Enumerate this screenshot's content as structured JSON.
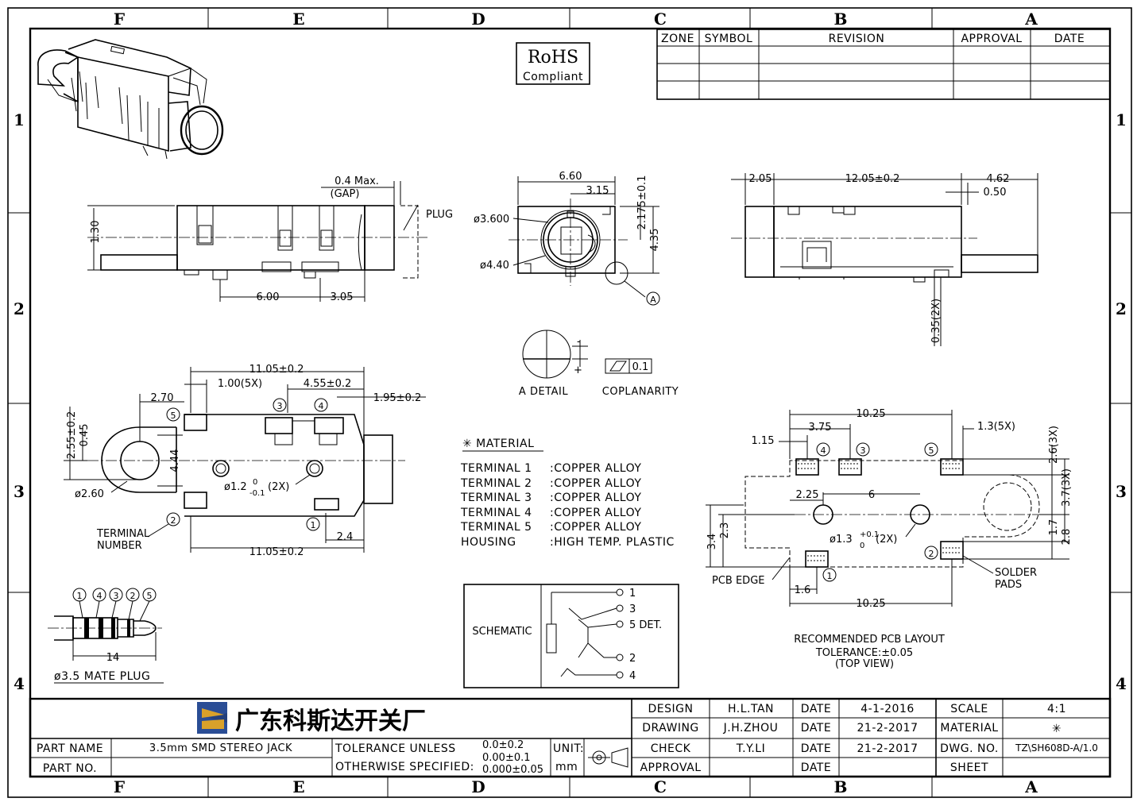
{
  "zones": {
    "columns": [
      "F",
      "E",
      "D",
      "C",
      "B",
      "A"
    ],
    "rows": [
      "1",
      "2",
      "3",
      "4"
    ]
  },
  "revision_table": {
    "headers": [
      "ZONE",
      "SYMBOL",
      "REVISION",
      "APPROVAL",
      "DATE"
    ]
  },
  "rohs": {
    "title": "RoHS",
    "subtitle": "Compliant"
  },
  "side_view": {
    "gap_label_1": "0.4 Max.",
    "gap_label_2": "(GAP)",
    "plug_label": "PLUG",
    "dim_height": "1.30",
    "dim_6": "6.00",
    "dim_305": "3.05"
  },
  "front_view": {
    "dim_width": "6.60",
    "dim_315": "3.15",
    "dim_2175": "2.175±0.1",
    "dim_435": "4.35",
    "dia_3600": "ø3.600",
    "dia_440": "ø4.40",
    "detail_ref": "A"
  },
  "right_view": {
    "dim_205": "2.05",
    "dim_1205": "12.05±0.2",
    "dim_462": "4.62",
    "dim_050": "0.50",
    "dim_035": "0.35(2X)"
  },
  "detail": {
    "label": "A DETAIL",
    "coplanarity_label": "COPLANARITY",
    "coplanarity_value": "0.1"
  },
  "top_view": {
    "dim_top": "11.05±0.2",
    "dim_bottom": "11.05±0.2",
    "dim_270": "2.70",
    "dim_100": "1.00(5X)",
    "dim_455": "4.55±0.2",
    "dim_195": "1.95±0.2",
    "dim_255": "2.55±0.2",
    "dim_045": "0.45",
    "dim_444": "4.44",
    "dia_260": "ø2.60",
    "dia_hole_main": "ø1.2",
    "dia_hole_tol_upper": "0",
    "dia_hole_tol_lower": "-0.1",
    "dia_hole_count": "(2X)",
    "dim_24": "2.4",
    "terminal_label_1": "TERMINAL",
    "terminal_label_2": "NUMBER",
    "terminal_numbers": [
      "1",
      "2",
      "3",
      "4",
      "5"
    ]
  },
  "material": {
    "title": "✳ MATERIAL",
    "rows": [
      {
        "part": "TERMINAL 1",
        "value": ":COPPER ALLOY"
      },
      {
        "part": "TERMINAL 2",
        "value": ":COPPER ALLOY"
      },
      {
        "part": "TERMINAL 3",
        "value": ":COPPER ALLOY"
      },
      {
        "part": "TERMINAL 4",
        "value": ":COPPER ALLOY"
      },
      {
        "part": "TERMINAL 5",
        "value": ":COPPER ALLOY"
      },
      {
        "part": "HOUSING",
        "value": ":HIGH TEMP. PLASTIC"
      }
    ]
  },
  "plug": {
    "numbers": [
      "1",
      "4",
      "3",
      "2",
      "5"
    ],
    "dim_14": "14",
    "label": "ø3.5 MATE PLUG"
  },
  "schematic": {
    "label": "SCHEMATIC",
    "pins": [
      "1",
      "3",
      "5 DET.",
      "2",
      "4"
    ]
  },
  "pcb_layout": {
    "dim_top": "10.25",
    "dim_bottom": "10.25",
    "dim_375": "3.75",
    "dim_115": "1.15",
    "dim_13": "1.3(5X)",
    "dim_26": "2.6(3X)",
    "dim_37": "3.7(3X)",
    "dim_17": "1.7",
    "dim_28": "2.8",
    "dim_225": "2.25",
    "dim_6": "6",
    "dim_34": "3.4",
    "dim_23": "2.3",
    "dim_16": "1.6",
    "hole_main": "ø1.3",
    "hole_tol_upper": "+0.1",
    "hole_tol_lower": "0",
    "hole_count": "(2X)",
    "pcb_edge": "PCB EDGE",
    "solder_1": "SOLDER",
    "solder_2": "PADS",
    "pad_numbers": [
      "4",
      "3",
      "5",
      "2",
      "1"
    ],
    "caption_1": "RECOMMENDED PCB LAYOUT",
    "caption_2": "TOLERANCE:±0.05",
    "caption_3": "(TOP VIEW)"
  },
  "title_block": {
    "company": "广东科斯达开关厂",
    "part_name_label": "PART NAME",
    "part_name_value": "3.5mm SMD STEREO JACK",
    "part_no_label": "PART NO.",
    "tolerance_1": "TOLERANCE UNLESS",
    "tolerance_2": "OTHERWISE SPECIFIED:",
    "tol_a": "0.0±0.2",
    "tol_b": "0.00±0.1",
    "tol_c": "0.000±0.05",
    "unit_label": "UNIT:",
    "unit_value": "mm",
    "design_label": "DESIGN",
    "design_name": "H.L.TAN",
    "drawing_label": "DRAWING",
    "drawing_name": "J.H.ZHOU",
    "check_label": "CHECK",
    "check_name": "T.Y.LI",
    "approval_label": "APPROVAL",
    "date_label": "DATE",
    "date_design": "4-1-2016",
    "date_drawing": "21-2-2017",
    "date_check": "21-2-2017",
    "scale_label": "SCALE",
    "scale_value": "4:1",
    "material_label": "MATERIAL",
    "material_value": "✳",
    "dwg_label": "DWG. NO.",
    "dwg_value": "TZ\\SH608D-A/1.0",
    "sheet_label": "SHEET"
  }
}
